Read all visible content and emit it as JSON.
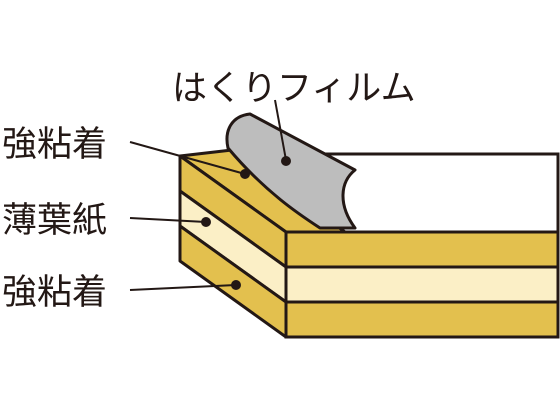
{
  "labels": {
    "release_film": "はくりフィルム",
    "adhesive_top": "強粘着",
    "tissue_paper": "薄葉紙",
    "adhesive_bottom": "強粘着"
  },
  "colors": {
    "adhesive": "#e3c04e",
    "tissue": "#fbefc6",
    "film": "#bdbdbd",
    "outline": "#231815",
    "background": "#ffffff"
  }
}
